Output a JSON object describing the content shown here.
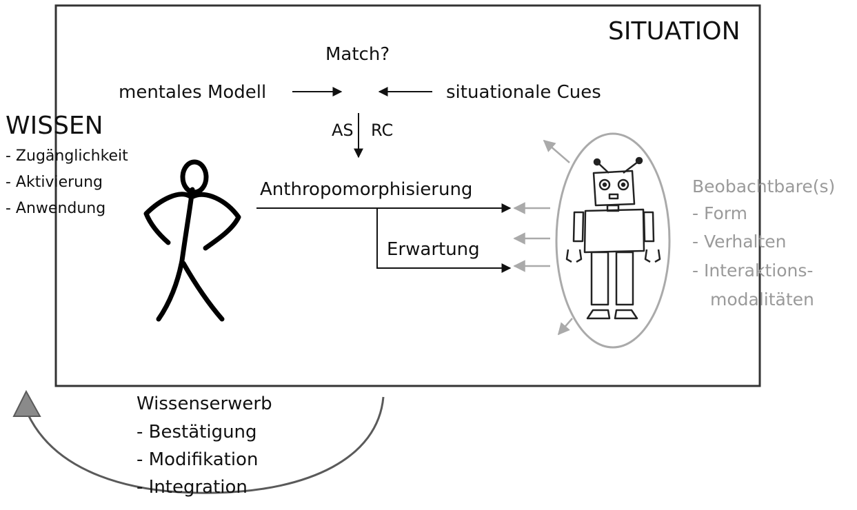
{
  "situation": {
    "title": "SITUATION"
  },
  "match": {
    "label": "Match?"
  },
  "mental_model": {
    "label": "mentales Modell"
  },
  "situational_cues": {
    "label": "situationale Cues"
  },
  "processes": {
    "as": "AS",
    "rc": "RC"
  },
  "wissen": {
    "title": "WISSEN",
    "items": [
      "- Zugänglichkeit",
      "- Aktivierung",
      "- Anwendung"
    ]
  },
  "anthropomorphization": {
    "label": "Anthropomorphisierung"
  },
  "expectation": {
    "label": "Erwartung"
  },
  "observable": {
    "title": "Beobachtbare(s)",
    "items": [
      "- Form",
      "- Verhalten",
      "- Interaktions-",
      "modalitäten"
    ]
  },
  "knowledge_acquisition": {
    "title": "Wissenserwerb",
    "items": [
      "- Bestätigung",
      "- Modifikation",
      "- Integration"
    ]
  },
  "colors": {
    "primary": "#111111",
    "observable_gray": "#9a9a9a",
    "cycle_arrow": "#5a5a5a",
    "frame": "#333333"
  }
}
